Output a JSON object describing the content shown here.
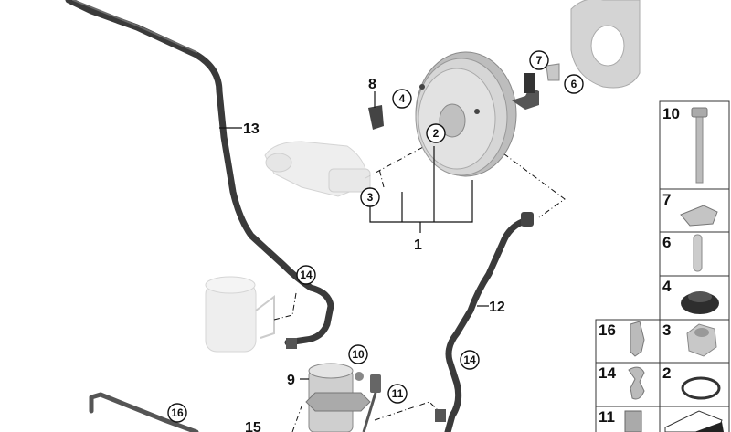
{
  "diagram": {
    "callouts": {
      "c1": "1",
      "c2": "2",
      "c3": "3",
      "c4": "4",
      "c6": "6",
      "c7": "7",
      "c8": "8",
      "c9": "9",
      "c10": "10",
      "c11": "11",
      "c12": "12",
      "c13": "13",
      "c14a": "14",
      "c14b": "14",
      "c15": "15",
      "c16": "16"
    },
    "parts_panel": [
      {
        "label": "10",
        "part": "bolt"
      },
      {
        "label": "7",
        "part": "clip"
      },
      {
        "label": "6",
        "part": "pin"
      },
      {
        "label": "4",
        "part": "grommet"
      },
      {
        "label": "16",
        "part": "hose-clip"
      },
      {
        "label": "3",
        "part": "hex-nut"
      },
      {
        "label": "14",
        "part": "hose-clip"
      },
      {
        "label": "2",
        "part": "o-ring"
      },
      {
        "label": "11",
        "part": "cable-clip"
      },
      {
        "label": "",
        "part": "shim"
      }
    ],
    "colors": {
      "hose": "#3a3a3a",
      "part": "#c8c8c8",
      "ghost": "#e8e8e8"
    }
  }
}
